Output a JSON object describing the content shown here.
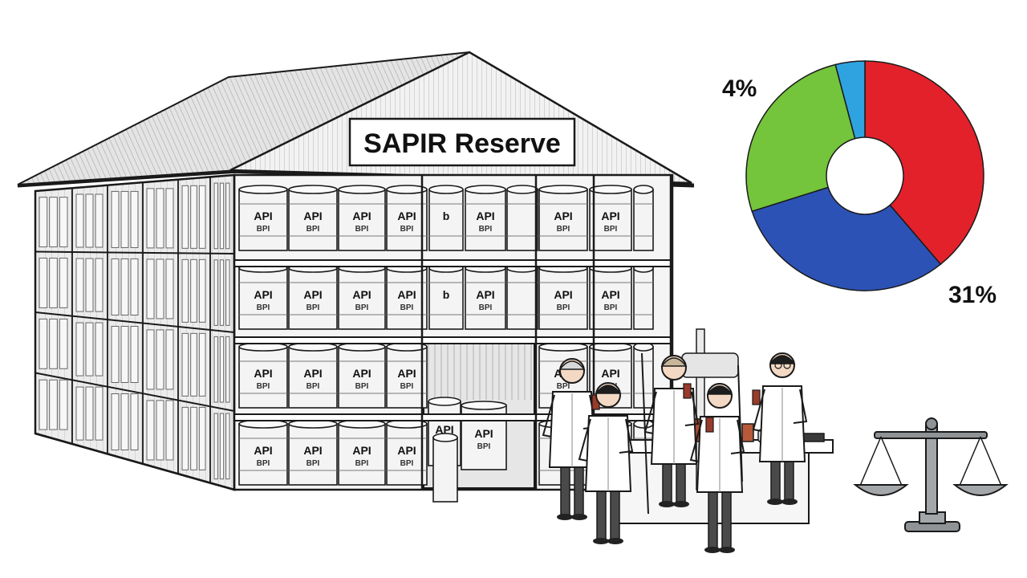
{
  "warehouse": {
    "sign_text": "SAPIR Reserve",
    "drum_label_main": "API",
    "drum_label_sub": "BPI",
    "drum_label_short": "b"
  },
  "chart_data": {
    "type": "pie",
    "slices": [
      {
        "value": 39,
        "color": "#e3212b"
      },
      {
        "value": 31,
        "color": "#2d52b5"
      },
      {
        "value": 26,
        "color": "#74c43c"
      },
      {
        "value": 4,
        "color": "#2fa3e0"
      }
    ],
    "labels_shown": [
      "4%",
      "31%"
    ],
    "hole": true
  },
  "colors": {
    "ink": "#1a1a1a",
    "roof": "#d9d9d9",
    "wall": "#efefef",
    "drum": "#f4f4f4",
    "coat": "#ffffff",
    "scale": "#8f9396",
    "bottle": "#9a3a2a"
  },
  "icons": [
    "warehouse-illustration",
    "scientist",
    "balance-scale-icon"
  ]
}
